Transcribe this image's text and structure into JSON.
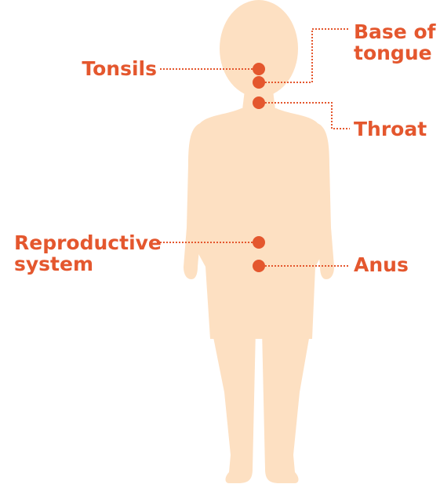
{
  "colors": {
    "label": "#E4572E",
    "marker": "#E4572E",
    "leader_line": "#E4572E",
    "body_silhouette": "#FDE0C2",
    "background": "#FFFFFF"
  },
  "labels": {
    "tonsils": "Tonsils",
    "base_of_tongue_line1": "Base of",
    "base_of_tongue_line2": "tongue",
    "throat": "Throat",
    "reproductive_line1": "Reproductive",
    "reproductive_line2": "system",
    "anus": "Anus"
  }
}
